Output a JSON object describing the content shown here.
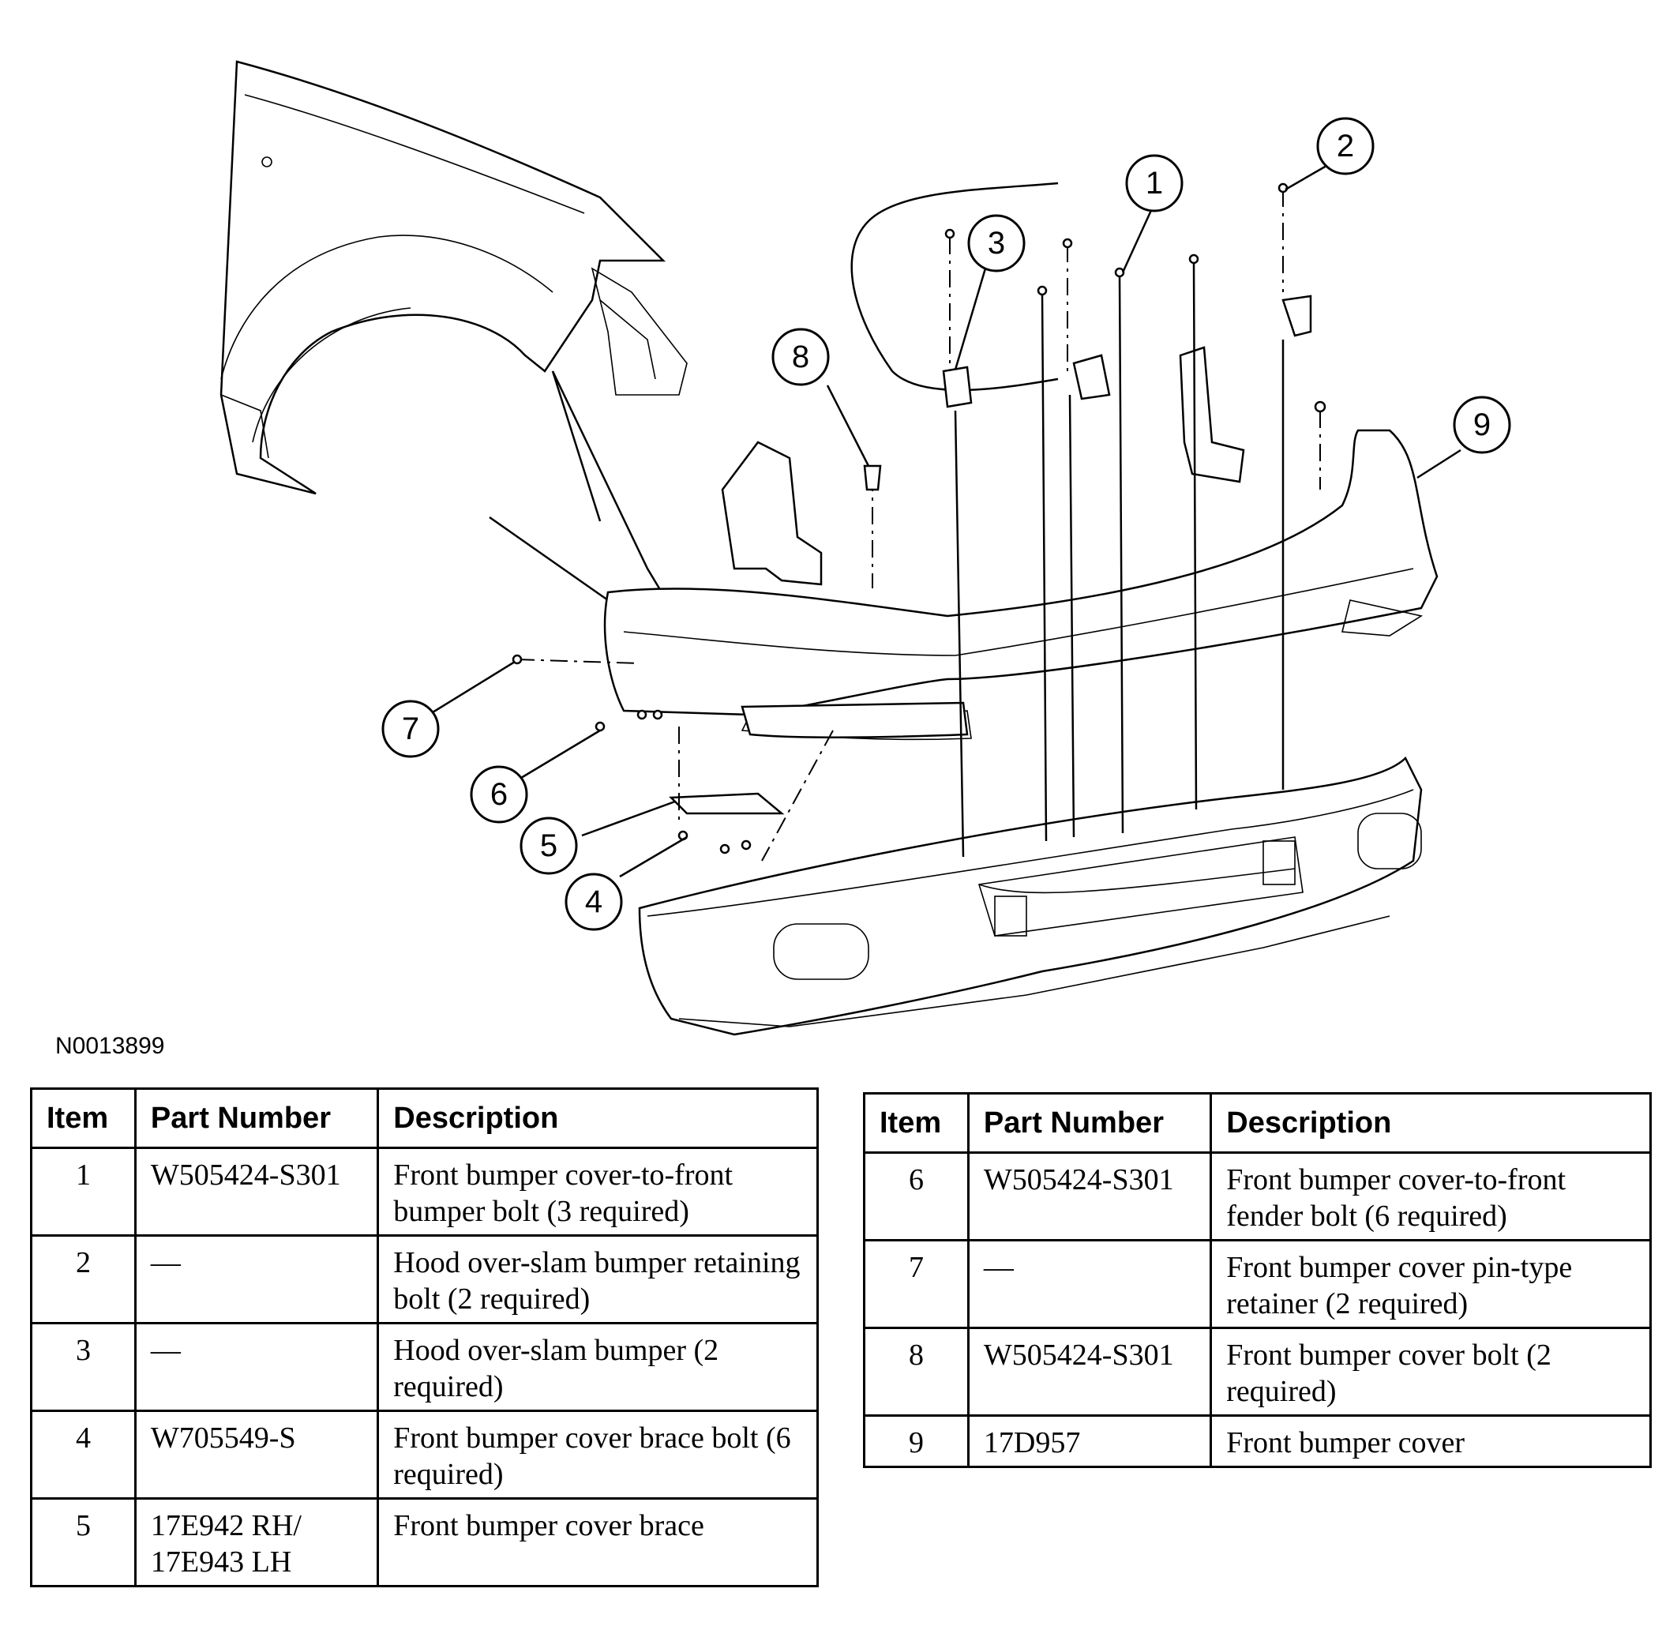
{
  "figure_id": "N0013899",
  "callouts": [
    "1",
    "2",
    "3",
    "4",
    "5",
    "6",
    "7",
    "8",
    "9"
  ],
  "table_headers": {
    "item": "Item",
    "part_number": "Part Number",
    "description": "Description"
  },
  "table_left": [
    {
      "item": "1",
      "part_number": "W505424-S301",
      "description": "Front bumper cover-to-front bumper bolt (3 required)"
    },
    {
      "item": "2",
      "part_number": "—",
      "description": "Hood over-slam bumper retaining bolt (2 required)"
    },
    {
      "item": "3",
      "part_number": "—",
      "description": "Hood over-slam bumper (2 required)"
    },
    {
      "item": "4",
      "part_number": "W705549-S",
      "description": "Front bumper cover brace bolt (6 required)"
    },
    {
      "item": "5",
      "part_number": "17E942 RH/ 17E943 LH",
      "description": "Front bumper cover brace"
    }
  ],
  "table_right": [
    {
      "item": "6",
      "part_number": "W505424-S301",
      "description": "Front bumper cover-to-front fender bolt (6 required)"
    },
    {
      "item": "7",
      "part_number": "—",
      "description": "Front bumper cover pin-type retainer (2 required)"
    },
    {
      "item": "8",
      "part_number": "W505424-S301",
      "description": "Front bumper cover bolt (2 required)"
    },
    {
      "item": "9",
      "part_number": "17D957",
      "description": "Front bumper cover"
    }
  ]
}
